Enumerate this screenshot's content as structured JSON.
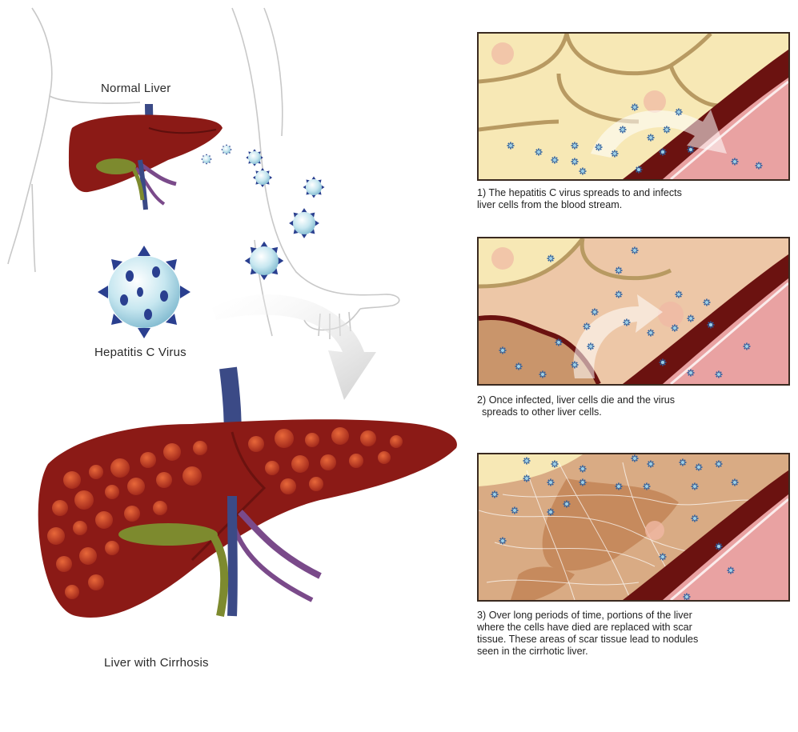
{
  "labels": {
    "normal_liver": "Normal Liver",
    "hepatitis_c_virus": "Hepatitis C Virus",
    "liver_with_cirrhosis": "Liver with Cirrhosis"
  },
  "steps": [
    {
      "lines": [
        "1) The hepatitis C virus spreads to and infects",
        "liver cells from the blood stream."
      ]
    },
    {
      "lines": [
        "2) Once infected, liver cells die and the virus",
        "spreads to other liver cells."
      ]
    },
    {
      "lines": [
        "3) Over long periods of time, portions of the liver",
        "where the cells have died are replaced with scar",
        "tissue. These areas of scar tissue lead to nodules",
        "seen in the cirrhotic liver."
      ]
    }
  ],
  "colors": {
    "liver": "#8b1a16",
    "liver_dark": "#5e0f0d",
    "nodule": "#c0391c",
    "gallbladder": "#7d8a2e",
    "vessel_blue": "#3b4a86",
    "vessel_purple": "#7a4a8a",
    "virus_body": "#b9e0ec",
    "virus_spike": "#2a3f8f",
    "cell_yellow": "#f7e8b5",
    "blood_pink": "#e9a2a2",
    "scar_tan": "#c9956b"
  },
  "icons": [
    "body-outline-icon",
    "virus-icon",
    "liver-icon",
    "curved-arrow-icon"
  ]
}
